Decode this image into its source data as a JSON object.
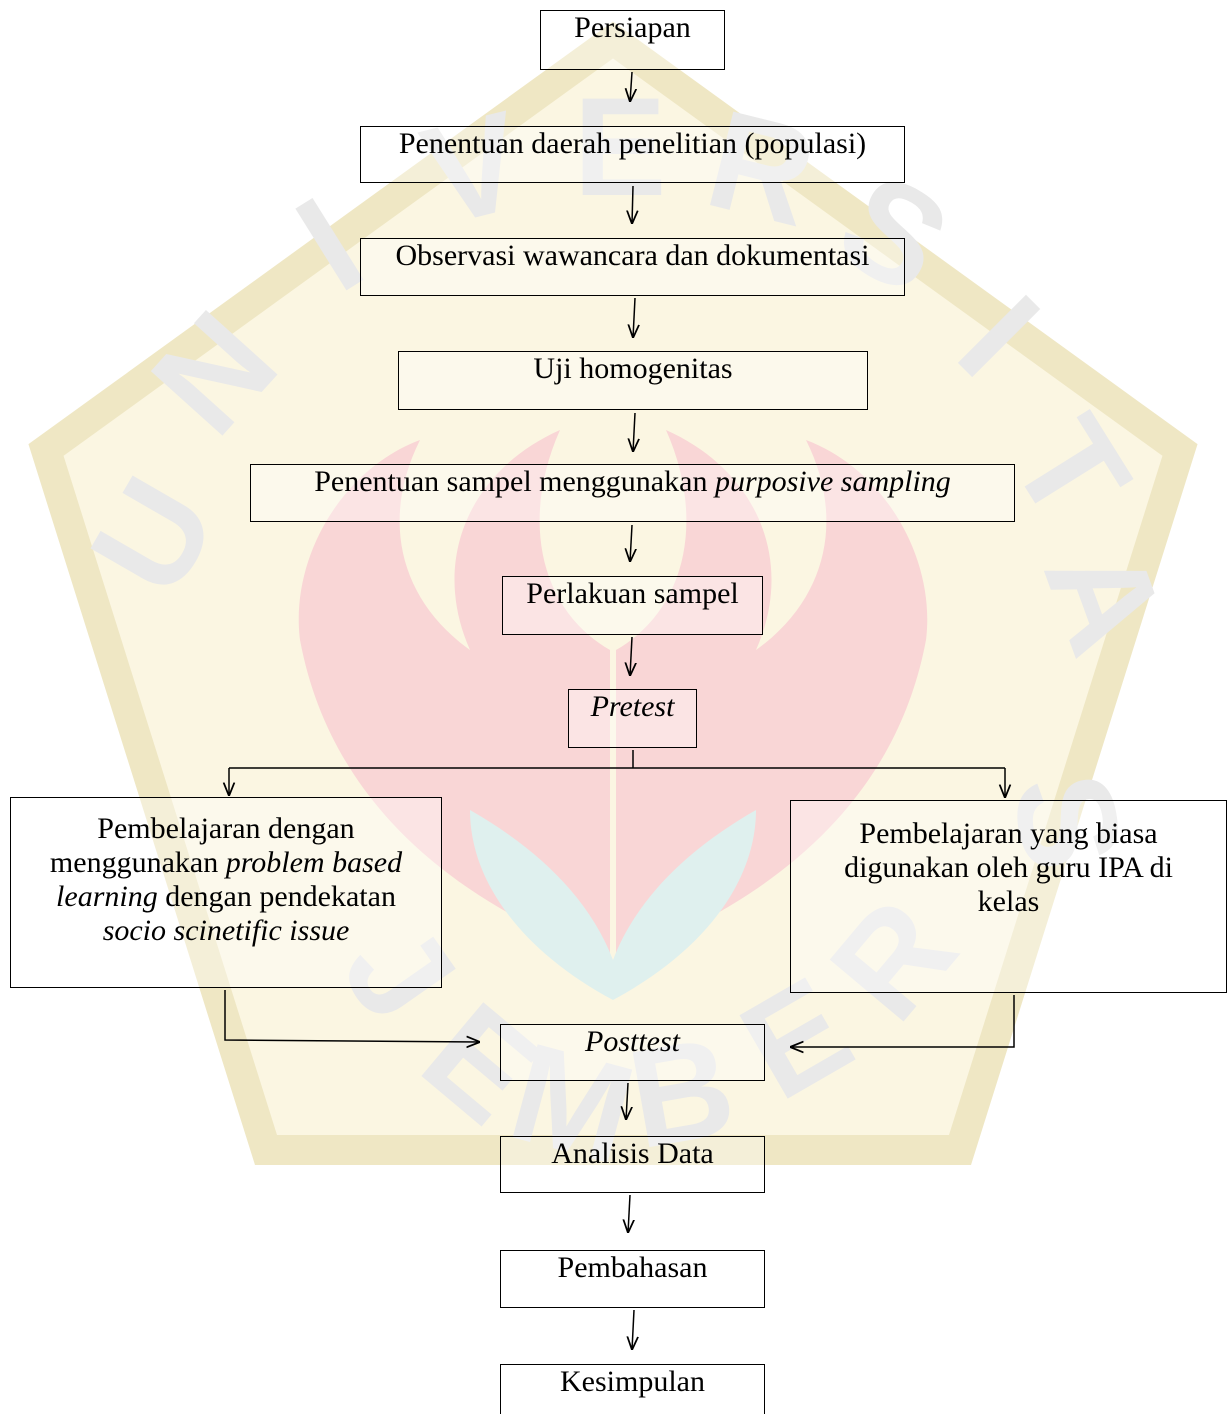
{
  "watermark": {
    "letters": [
      "U",
      "N",
      "I",
      "V",
      "E",
      "R",
      "S",
      "I",
      "T",
      "A",
      "S",
      "J",
      "E",
      "M",
      "B",
      "E",
      "R"
    ],
    "colors": {
      "watermark": "#e9e9e9",
      "shield_fill": "#fbf6e2",
      "petal_pink": "#f9d6d6",
      "leaf_teal": "#dff0ee"
    }
  },
  "flow": {
    "persiapan": "Persiapan",
    "penentuan_daerah": "Penentuan daerah penelitian (populasi)",
    "observasi": "Observasi wawancara dan dokumentasi",
    "uji_homogenitas": "Uji homogenitas",
    "penentuan_sampel": {
      "text": "Penentuan sampel menggunakan ",
      "italic": "purposive sampling"
    },
    "perlakuan_sampel": "Perlakuan sampel",
    "pretest": "Pretest",
    "pbl_box": {
      "line1": "Pembelajaran dengan",
      "line2_pre": "menggunakan ",
      "line2_it": "problem based",
      "line3_it": "learning",
      "line3_post": " dengan pendekatan",
      "line4_it": "socio scinetific issue"
    },
    "biasa_box": {
      "line1": "Pembelajaran yang biasa",
      "line2": "digunakan oleh guru IPA di",
      "line3": "kelas"
    },
    "posttest": "Posttest",
    "analisis": "Analisis Data",
    "pembahasan": "Pembahasan",
    "kesimpulan": "Kesimpulan"
  }
}
